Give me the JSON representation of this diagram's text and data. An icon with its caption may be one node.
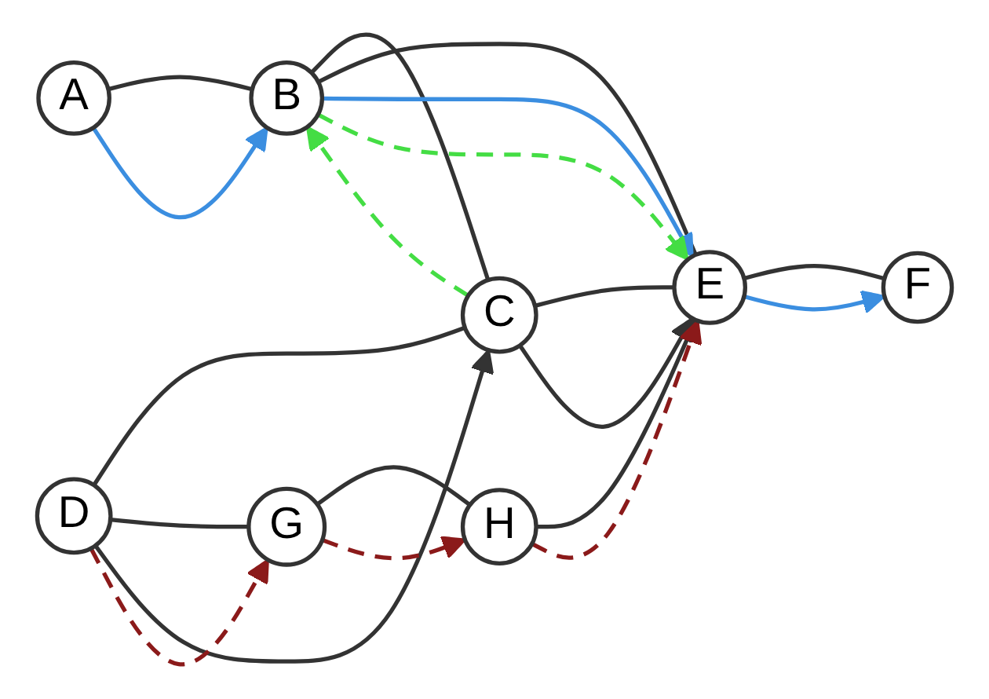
{
  "diagram": {
    "nodes": [
      {
        "text": [
          "A"
        ]
      },
      {
        "text": [
          "B"
        ]
      },
      {
        "text": [
          "C"
        ]
      },
      {
        "text": [
          "D"
        ]
      },
      {
        "text": [
          "E"
        ]
      },
      {
        "text": [
          "F"
        ]
      },
      {
        "text": [
          "G"
        ]
      },
      {
        "text": [
          "H"
        ]
      }
    ],
    "edges": [
      {
        "from": 0,
        "to": 1,
        "arrow": "none"
      },
      {
        "from": 1,
        "to": 2,
        "arrow": "none"
      },
      {
        "from": 1,
        "to": 4,
        "arrow": "none"
      },
      {
        "from": 3,
        "to": 2,
        "arrow": "none"
      },
      {
        "from": 2,
        "to": 4,
        "arrow": "none"
      },
      {
        "from": 3,
        "to": 6,
        "arrow": "none"
      },
      {
        "from": 6,
        "to": 7,
        "arrow": "none"
      },
      {
        "from": 7,
        "to": 4,
        "arrow": "none"
      },
      {
        "from": 4,
        "to": 5,
        "arrow": "none"
      },
      {
        "from": 0,
        "to": 1,
        "arrow": "to",
        "color": "#3b8ee0"
      },
      {
        "from": 1,
        "to": 4,
        "arrow": "to",
        "color": "#3b8ee0"
      },
      {
        "from": 4,
        "to": 5,
        "arrow": "to",
        "color": "#3b8ee0"
      },
      {
        "from": 2,
        "to": 1,
        "arrow": "to",
        "style": "dashed",
        "color": "#44dd44"
      },
      {
        "from": 1,
        "to": 4,
        "arrow": "to",
        "style": "dashed",
        "color": "#44dd44"
      },
      {
        "from": 3,
        "to": 2,
        "arrow": "to"
      },
      {
        "from": 2,
        "to": 4,
        "arrow": "to"
      },
      {
        "from": 3,
        "to": 6,
        "arrow": "to",
        "style": "dashed",
        "color": "#8b1a1a"
      },
      {
        "from": 6,
        "to": 7,
        "arrow": "to",
        "style": "dashed",
        "color": "#8b1a1a"
      },
      {
        "from": 7,
        "to": 4,
        "arrow": "to",
        "style": "dashed",
        "color": "#8b1a1a"
      }
    ]
  }
}
